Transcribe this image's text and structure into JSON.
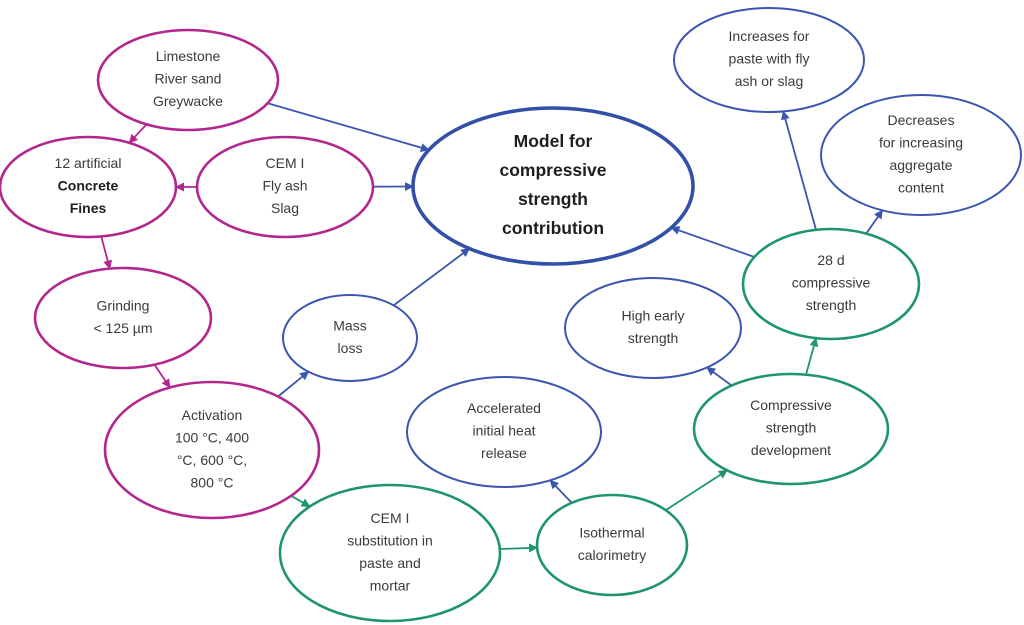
{
  "diagram": {
    "title": "Model for compressive strength contribution",
    "colors": {
      "magenta": "#b3268e",
      "blue": "#3b56b0",
      "green": "#1f9470",
      "central": "#3350a8",
      "text": "#3a3a3a"
    },
    "nodes": [
      {
        "id": "aggregates",
        "color": "magenta",
        "lines": [
          "Limestone",
          "River sand",
          "Greywacke"
        ]
      },
      {
        "id": "concrete-fines",
        "color": "magenta",
        "lines": [
          "12 artificial",
          "Concrete",
          "Fines"
        ],
        "bold_lines": [
          1,
          2
        ]
      },
      {
        "id": "binders",
        "color": "magenta",
        "lines": [
          "CEM I",
          "Fly ash",
          "Slag"
        ]
      },
      {
        "id": "grinding",
        "color": "magenta",
        "lines": [
          "Grinding",
          "< 125 µm"
        ]
      },
      {
        "id": "activation",
        "color": "magenta",
        "lines": [
          "Activation",
          "100 °C, 400",
          "°C, 600 °C,",
          "800 °C"
        ]
      },
      {
        "id": "model",
        "color": "central",
        "lines": [
          "Model for",
          "compressive",
          "strength",
          "contribution"
        ],
        "central": true
      },
      {
        "id": "mass-loss",
        "color": "blue",
        "lines": [
          "Mass",
          "loss"
        ]
      },
      {
        "id": "cem-substitution",
        "color": "green",
        "lines": [
          "CEM I",
          "substitution in",
          "paste and",
          "mortar"
        ]
      },
      {
        "id": "isothermal-calorimetry",
        "color": "green",
        "lines": [
          "Isothermal",
          "calorimetry"
        ]
      },
      {
        "id": "heat-release",
        "color": "blue",
        "lines": [
          "Accelerated",
          "initial heat",
          "release"
        ]
      },
      {
        "id": "strength-development",
        "color": "green",
        "lines": [
          "Compressive",
          "strength",
          "development"
        ]
      },
      {
        "id": "high-early-strength",
        "color": "blue",
        "lines": [
          "High early",
          "strength"
        ]
      },
      {
        "id": "strength-28d",
        "color": "green",
        "lines": [
          "28 d",
          "compressive",
          "strength"
        ]
      },
      {
        "id": "increases-flyash-slag",
        "color": "blue",
        "lines": [
          "Increases for",
          "paste with fly",
          "ash or slag"
        ]
      },
      {
        "id": "decreases-aggregate",
        "color": "blue",
        "lines": [
          "Decreases",
          "for increasing",
          "aggregate",
          "content"
        ]
      }
    ],
    "edges": [
      {
        "from": "aggregates",
        "to": "concrete-fines",
        "color": "magenta"
      },
      {
        "from": "binders",
        "to": "concrete-fines",
        "color": "magenta"
      },
      {
        "from": "concrete-fines",
        "to": "grinding",
        "color": "magenta"
      },
      {
        "from": "grinding",
        "to": "activation",
        "color": "magenta"
      },
      {
        "from": "aggregates",
        "to": "model",
        "color": "blue"
      },
      {
        "from": "binders",
        "to": "model",
        "color": "blue"
      },
      {
        "from": "mass-loss",
        "to": "model",
        "color": "blue"
      },
      {
        "from": "activation",
        "to": "mass-loss",
        "color": "blue"
      },
      {
        "from": "activation",
        "to": "cem-substitution",
        "color": "green"
      },
      {
        "from": "cem-substitution",
        "to": "isothermal-calorimetry",
        "color": "green"
      },
      {
        "from": "isothermal-calorimetry",
        "to": "heat-release",
        "color": "blue"
      },
      {
        "from": "isothermal-calorimetry",
        "to": "strength-development",
        "color": "green"
      },
      {
        "from": "strength-development",
        "to": "high-early-strength",
        "color": "blue"
      },
      {
        "from": "strength-development",
        "to": "strength-28d",
        "color": "green"
      },
      {
        "from": "strength-28d",
        "to": "model",
        "color": "blue"
      },
      {
        "from": "strength-28d",
        "to": "increases-flyash-slag",
        "color": "blue"
      },
      {
        "from": "strength-28d",
        "to": "decreases-aggregate",
        "color": "blue"
      }
    ]
  }
}
